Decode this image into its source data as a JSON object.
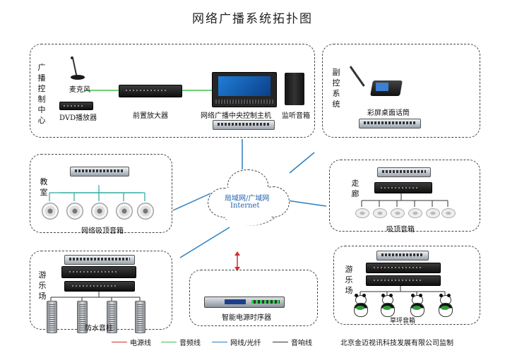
{
  "title": "网络广播系统拓扑图",
  "cloud": {
    "line1": "局域网/广域网",
    "line2": "Internet"
  },
  "center": {
    "label": "广播控制中心",
    "microphone": "麦克风",
    "dvd": "DVD播放器",
    "preamp": "前置放大器",
    "host": "网络广播中央控制主机",
    "monitor": "监听音箱"
  },
  "sub_control": {
    "label": "副控系统",
    "paging": "彩屏桌面话筒"
  },
  "classroom": {
    "label": "教室",
    "speakers": "网络吸顶音箱"
  },
  "corridor": {
    "label": "走廊",
    "speakers": "吸顶音箱"
  },
  "amusement_left": {
    "label": "游乐场",
    "speakers": "防水音柱"
  },
  "sequencer": "智能电源时序器",
  "amusement_right": {
    "label": "游乐场",
    "speakers": "草坪音箱"
  },
  "legend": [
    {
      "label": "电源线",
      "color": "#d62b2b"
    },
    {
      "label": "音频线",
      "color": "#3fbf4a"
    },
    {
      "label": "网线/光纤",
      "color": "#2a7fc1"
    },
    {
      "label": "音响线",
      "color": "#333333"
    }
  ],
  "credit": "北京金迈视讯科技发展有限公司监制"
}
